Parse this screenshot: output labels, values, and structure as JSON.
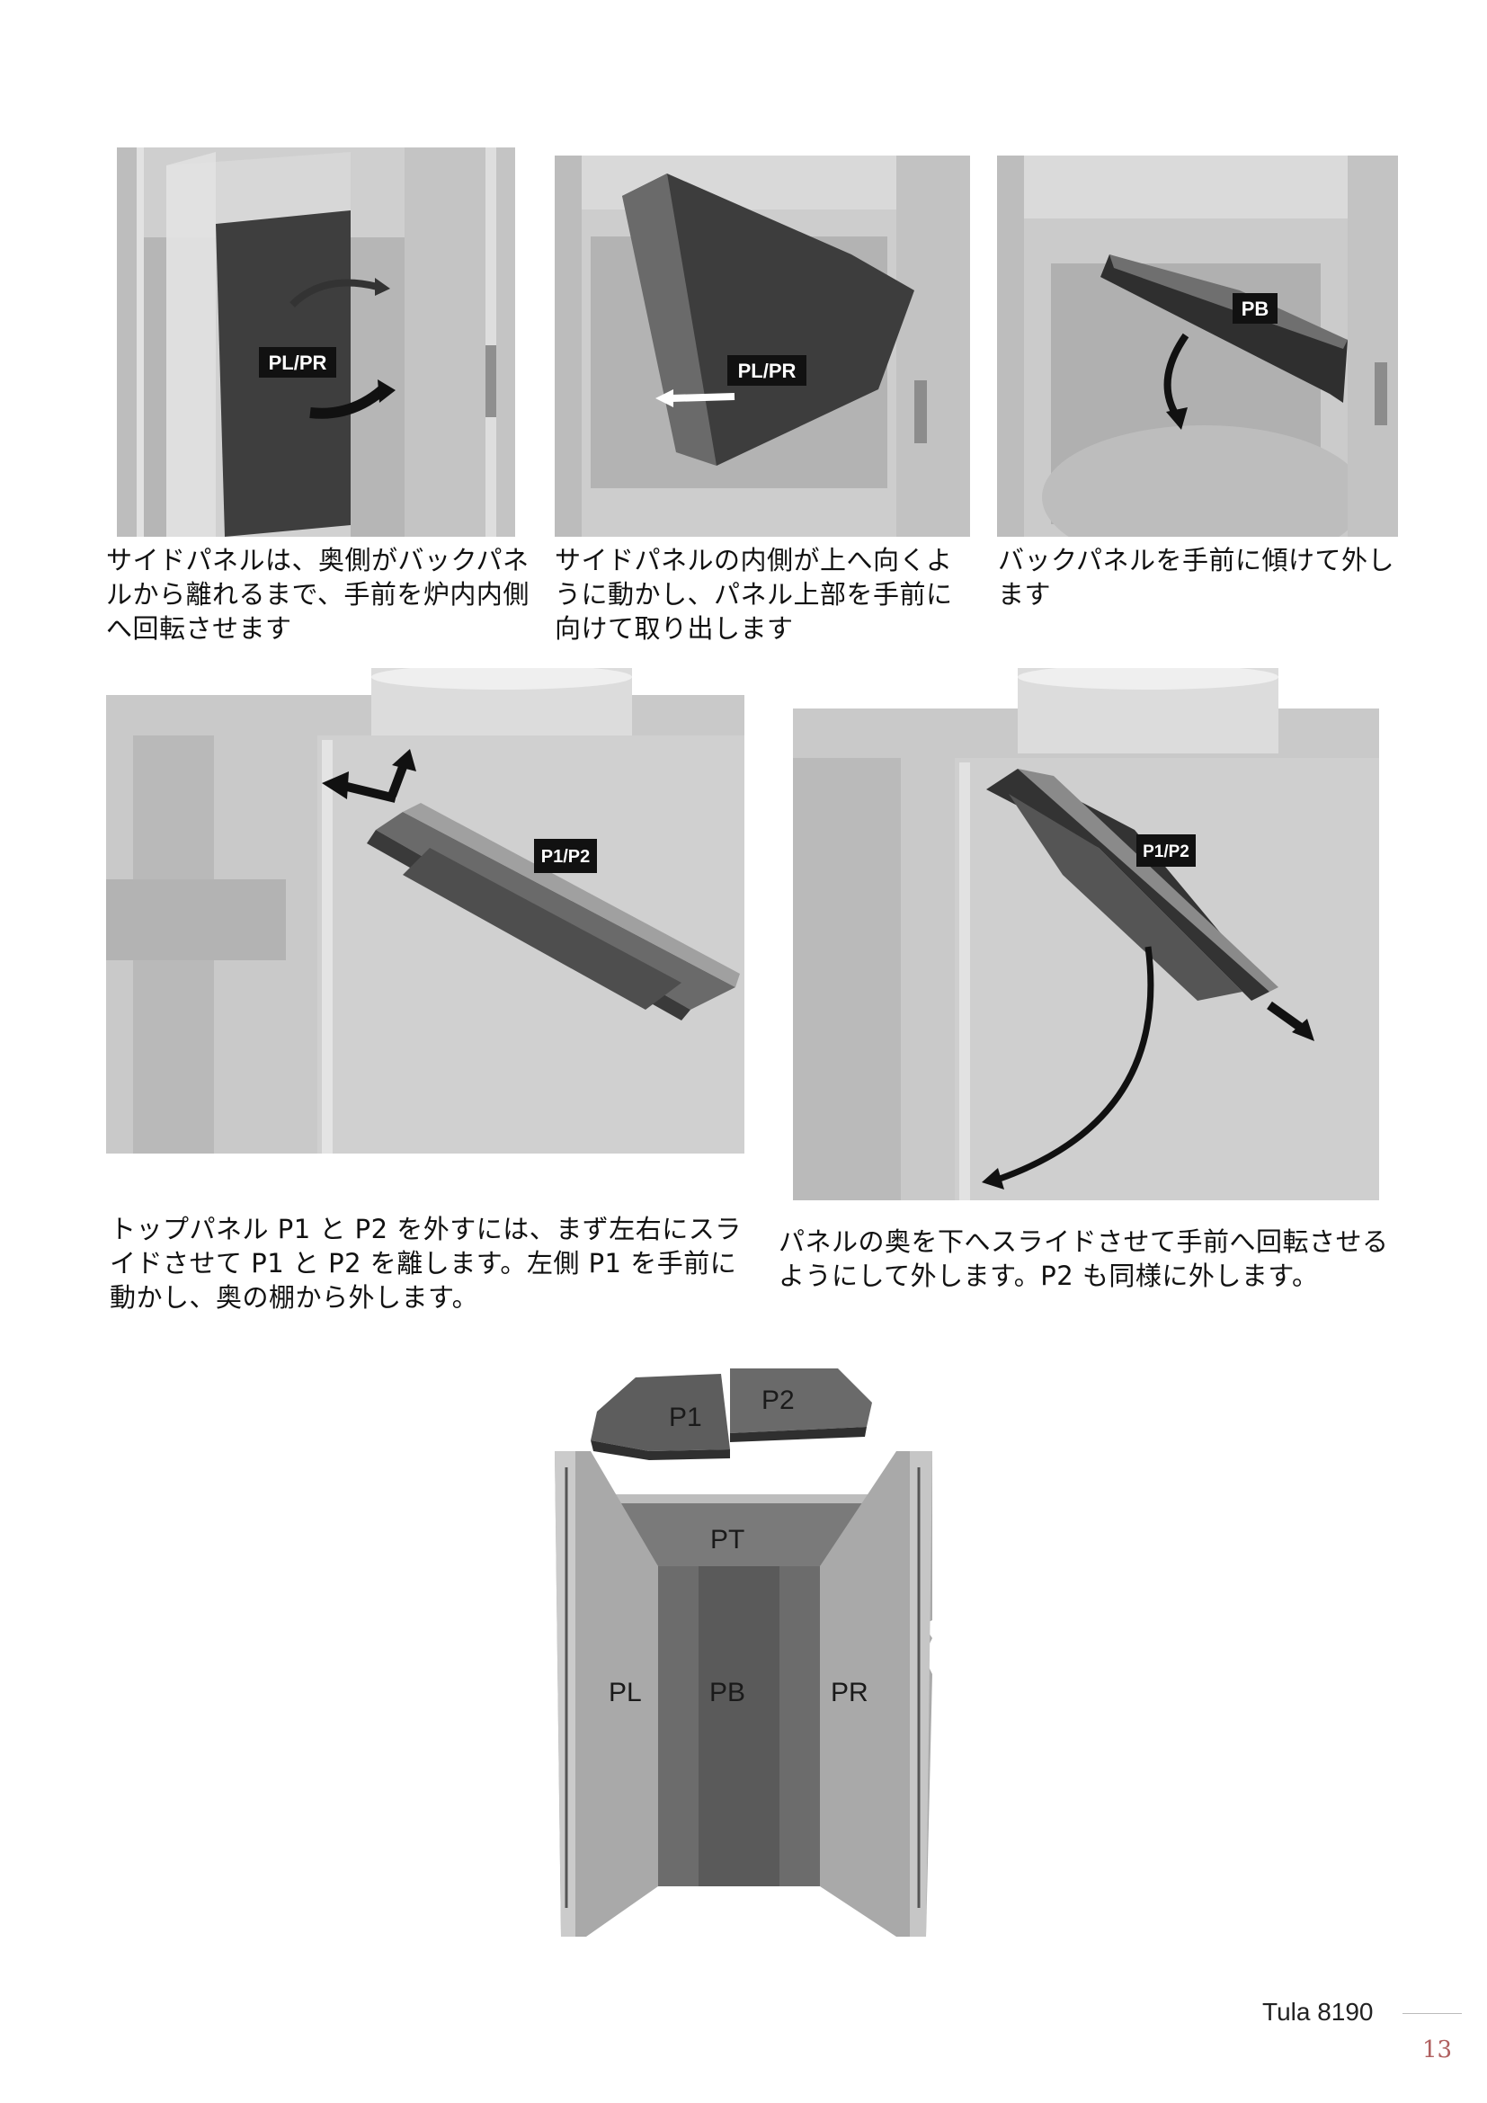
{
  "figures": [
    {
      "label": "PL/PR",
      "caption": "サイドパネルは、奥側がバックパネルから離れるまで、手前を炉内内側へ回転させます"
    },
    {
      "label": "PL/PR",
      "caption": "サイドパネルの内側が上へ向くように動かし、パネル上部を手前に向けて取り出します"
    },
    {
      "label": "PB",
      "caption": "バックパネルを手前に傾けて外します"
    },
    {
      "label": "P1/P2",
      "caption": "トップパネル P1 と P2 を外すには、まず左右にスライドさせて P1 と P2 を離します。左側 P1 を手前に動かし、奥の棚から外します。"
    },
    {
      "label": "P1/P2",
      "caption": "パネルの奥を下へスライドさせて手前へ回転させるようにして外します。P2 も同様に外します。"
    }
  ],
  "diagram": {
    "labels": {
      "p1": "P1",
      "p2": "P2",
      "pt": "PT",
      "pl": "PL",
      "pb": "PB",
      "pr": "PR"
    }
  },
  "footer": {
    "model": "Tula  8190",
    "page_number": "13"
  }
}
